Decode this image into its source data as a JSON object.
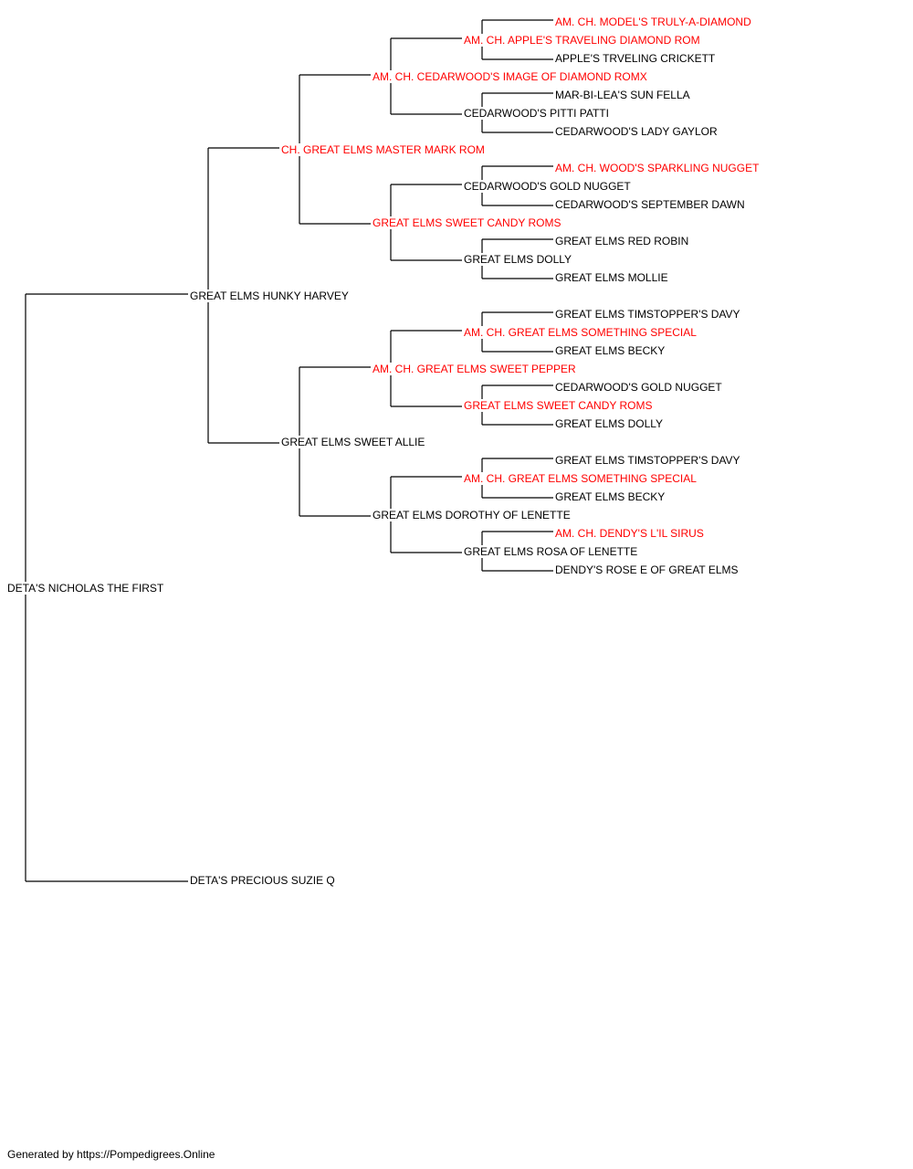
{
  "colors": {
    "champion": "#ff0000",
    "regular": "#000000",
    "line": "#000000",
    "background": "#ffffff"
  },
  "subject": "DETA'S NICHOLAS THE FIRST",
  "sire": {
    "name": "GREAT ELMS HUNKY HARVEY",
    "sire": {
      "name": "CH. GREAT ELMS MASTER MARK ROM",
      "sire": {
        "name": "AM. CH. CEDARWOOD'S IMAGE OF DIAMOND ROMX",
        "sire": {
          "name": "AM. CH. APPLE'S TRAVELING DIAMOND ROM",
          "sire": "AM. CH. MODEL'S TRULY-A-DIAMOND",
          "dam": "APPLE'S TRVELING CRICKETT"
        },
        "dam": {
          "name": "CEDARWOOD'S PITTI PATTI",
          "sire": "MAR-BI-LEA'S SUN FELLA",
          "dam": "CEDARWOOD'S LADY GAYLOR"
        }
      },
      "dam": {
        "name": "GREAT ELMS SWEET CANDY ROMS",
        "sire": {
          "name": "CEDARWOOD'S GOLD NUGGET",
          "sire": "AM. CH. WOOD'S SPARKLING NUGGET",
          "dam": "CEDARWOOD'S SEPTEMBER DAWN"
        },
        "dam": {
          "name": "GREAT ELMS DOLLY",
          "sire": "GREAT ELMS RED ROBIN",
          "dam": "GREAT ELMS MOLLIE"
        }
      }
    },
    "dam": {
      "name": "GREAT ELMS SWEET ALLIE",
      "sire": {
        "name": "AM. CH. GREAT ELMS SWEET PEPPER",
        "sire": {
          "name": "AM. CH. GREAT ELMS SOMETHING SPECIAL",
          "sire": "GREAT ELMS TIMSTOPPER'S DAVY",
          "dam": "GREAT ELMS BECKY"
        },
        "dam": {
          "name": "GREAT ELMS SWEET CANDY ROMS",
          "sire": "CEDARWOOD'S GOLD NUGGET",
          "dam": "GREAT ELMS DOLLY"
        }
      },
      "dam": {
        "name": "GREAT ELMS DOROTHY OF LENETTE",
        "sire": {
          "name": "AM. CH. GREAT ELMS SOMETHING SPECIAL",
          "sire": "GREAT ELMS TIMSTOPPER'S DAVY",
          "dam": "GREAT ELMS BECKY"
        },
        "dam": {
          "name": "GREAT ELMS ROSA OF LENETTE",
          "sire": "AM. CH. DENDY'S L'IL SIRUS",
          "dam": "DENDY'S ROSE E OF GREAT ELMS"
        }
      }
    }
  },
  "dam": {
    "name": "DETA'S PRECIOUS SUZIE Q"
  },
  "champions": [
    "CH. GREAT ELMS MASTER MARK ROM",
    "AM. CH. CEDARWOOD'S IMAGE OF DIAMOND ROMX",
    "AM. CH. APPLE'S TRAVELING DIAMOND ROM",
    "AM. CH. MODEL'S TRULY-A-DIAMOND",
    "GREAT ELMS SWEET CANDY ROMS",
    "AM. CH. WOOD'S SPARKLING NUGGET",
    "AM. CH. GREAT ELMS SWEET PEPPER",
    "AM. CH. GREAT ELMS SOMETHING SPECIAL",
    "AM. CH. DENDY'S L'IL SIRUS"
  ],
  "footer": "Generated by https://Pompedigrees.Online"
}
